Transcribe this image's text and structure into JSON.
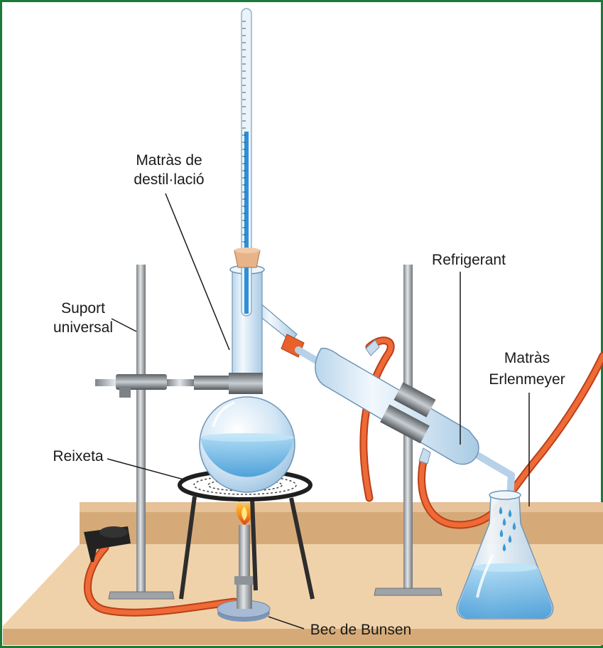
{
  "labels": {
    "distillation_flask": [
      "Matràs de",
      "destil·lació"
    ],
    "universal_stand": [
      "Suport",
      "universal"
    ],
    "condenser": "Refrigerant",
    "erlenmeyer_flask": [
      "Matràs",
      "Erlenmeyer"
    ],
    "wire_gauze": "Reixeta",
    "bunsen_burner": "Bec de Bunsen"
  },
  "colors": {
    "frame_border": "#1a7a3a",
    "bench_top": "#f0d2aa",
    "bench_front": "#d6aa78",
    "glass": "#dbeaf6",
    "liquid": "#5ab4e8",
    "metal_rod": "#a9aeb3",
    "rubber_hose": "#e8602a",
    "flame": "#f5a623",
    "cork": "#e7b48a"
  },
  "icons": [
    "thermometer-icon",
    "flame-icon",
    "water-drops-icon",
    "clamp-icon",
    "tap-icon"
  ]
}
